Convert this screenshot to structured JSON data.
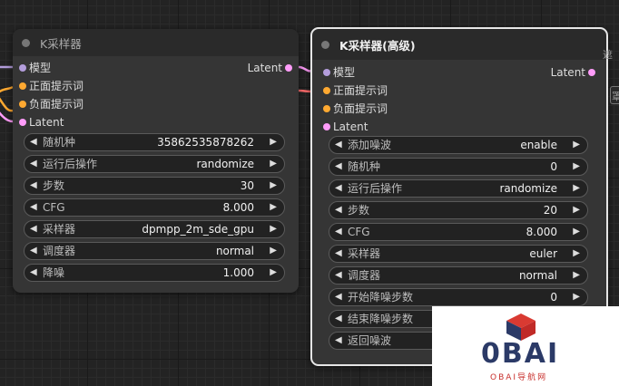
{
  "colors": {
    "model_slot": "#b39ddb",
    "cond_slot": "#ffa931",
    "latent_slot": "#ff9cf9",
    "wire_model": "#b39ddb",
    "wire_pos": "#ffa931",
    "wire_neg": "#ff6e6e",
    "wire_latent": "#ff9cf9"
  },
  "node1": {
    "title": "K采样器",
    "inputs": [
      "模型",
      "正面提示词",
      "负面提示词",
      "Latent"
    ],
    "output": "Latent",
    "widgets": [
      {
        "label": "随机种",
        "value": "35862535878262"
      },
      {
        "label": "运行后操作",
        "value": "randomize"
      },
      {
        "label": "步数",
        "value": "30"
      },
      {
        "label": "CFG",
        "value": "8.000"
      },
      {
        "label": "采样器",
        "value": "dpmpp_2m_sde_gpu"
      },
      {
        "label": "调度器",
        "value": "normal"
      },
      {
        "label": "降噪",
        "value": "1.000"
      }
    ]
  },
  "node2": {
    "title": "K采样器(高级)",
    "inputs": [
      "模型",
      "正面提示词",
      "负面提示词",
      "Latent"
    ],
    "output": "Latent",
    "widgets": [
      {
        "label": "添加噪波",
        "value": "enable"
      },
      {
        "label": "随机种",
        "value": "0"
      },
      {
        "label": "运行后操作",
        "value": "randomize"
      },
      {
        "label": "步数",
        "value": "20"
      },
      {
        "label": "CFG",
        "value": "8.000"
      },
      {
        "label": "采样器",
        "value": "euler"
      },
      {
        "label": "调度器",
        "value": "normal"
      },
      {
        "label": "开始降噪步数",
        "value": "0"
      },
      {
        "label": "结束降噪步数",
        "value": ""
      },
      {
        "label": "返回噪波",
        "value": ""
      }
    ]
  },
  "edge_strip": {
    "top": "遮",
    "mid": "罩"
  },
  "watermark": {
    "logo": "0BAI",
    "subtitle": "OBAI导航网"
  }
}
